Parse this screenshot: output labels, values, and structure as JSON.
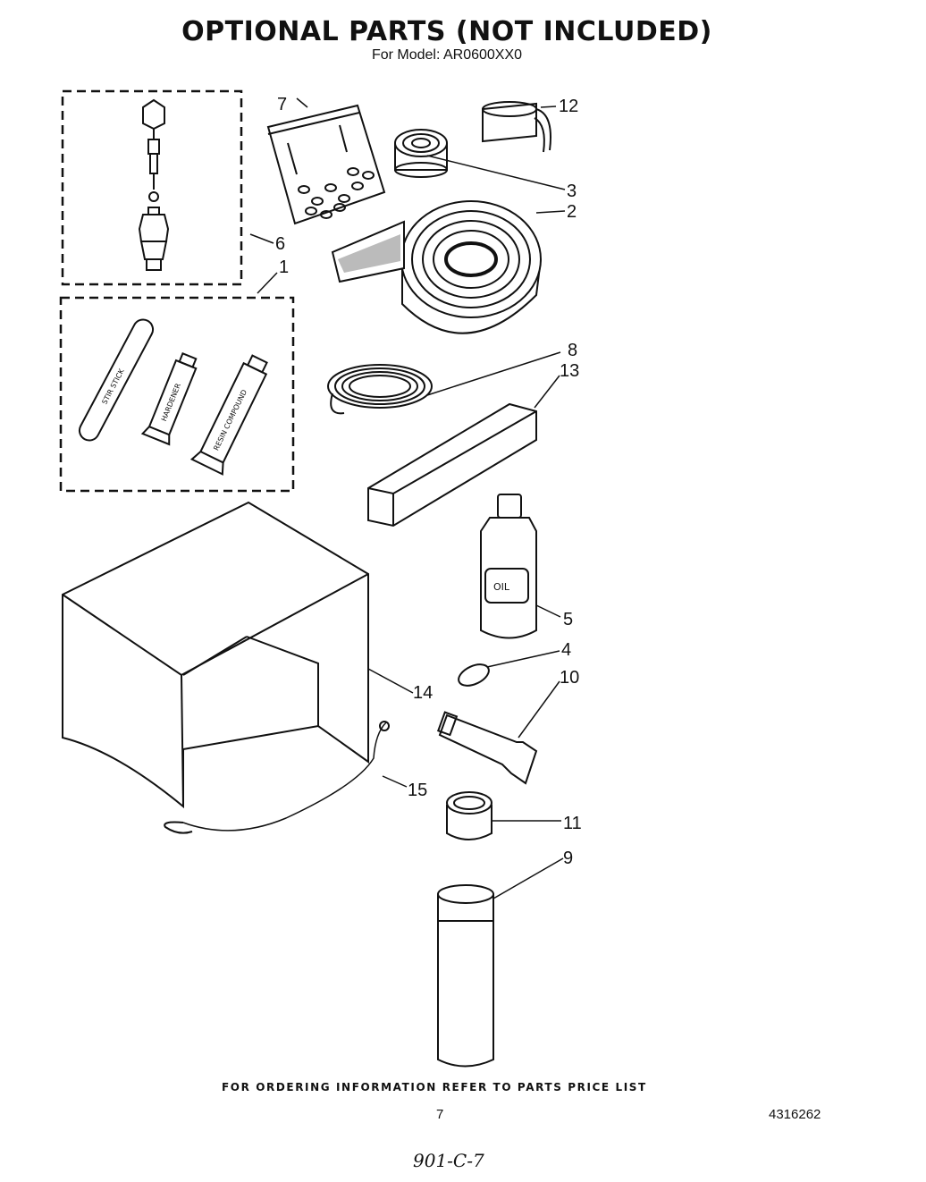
{
  "header": {
    "title": "OPTIONAL PARTS (NOT INCLUDED)",
    "subtitle": "For Model: AR0600XX0"
  },
  "callouts": {
    "c1": "1",
    "c2": "2",
    "c3": "3",
    "c4": "4",
    "c5": "5",
    "c6": "6",
    "c7": "7",
    "c8": "8",
    "c9": "9",
    "c10": "10",
    "c11": "11",
    "c12": "12",
    "c13": "13",
    "c14": "14",
    "c15": "15"
  },
  "labels": {
    "stir_stick": "STIR STICK",
    "hardener": "HARDENER",
    "resin": "RESIN COMPOUND",
    "oil": "OIL"
  },
  "footer": {
    "note": "FOR ORDERING INFORMATION REFER TO PARTS PRICE LIST",
    "page": "7",
    "doc_number": "4316262",
    "handwritten": "901-C-7"
  }
}
